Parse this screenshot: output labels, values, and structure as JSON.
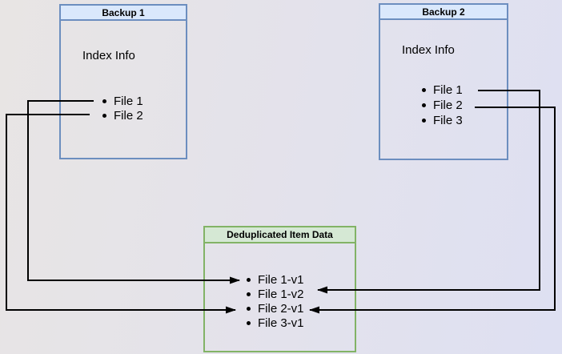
{
  "diagram": {
    "backup1": {
      "title": "Backup 1",
      "body_label": "Index Info",
      "items": [
        "File 1",
        "File 2"
      ]
    },
    "backup2": {
      "title": "Backup 2",
      "body_label": "Index Info",
      "items": [
        "File 1",
        "File 2",
        "File 3"
      ]
    },
    "dedup": {
      "title": "Deduplicated Item Data",
      "items": [
        "File 1-v1",
        "File 1-v2",
        "File 2-v1",
        "File 3-v1"
      ]
    },
    "connections": [
      {
        "from": "Backup 1 / File 1",
        "to": "File 1-v1",
        "route": "left"
      },
      {
        "from": "Backup 1 / File 2",
        "to": "File 2-v1",
        "route": "left"
      },
      {
        "from": "Backup 2 / File 1",
        "to": "File 1-v2",
        "route": "right"
      },
      {
        "from": "Backup 2 / File 2",
        "to": "File 2-v1",
        "route": "right"
      }
    ],
    "colors": {
      "blue_border": "#6c8ebf",
      "blue_header_fill": "#dae8fc",
      "green_border": "#82b366",
      "green_header_fill": "#d5e8d4",
      "connector": "#000000",
      "text": "#000000"
    }
  }
}
